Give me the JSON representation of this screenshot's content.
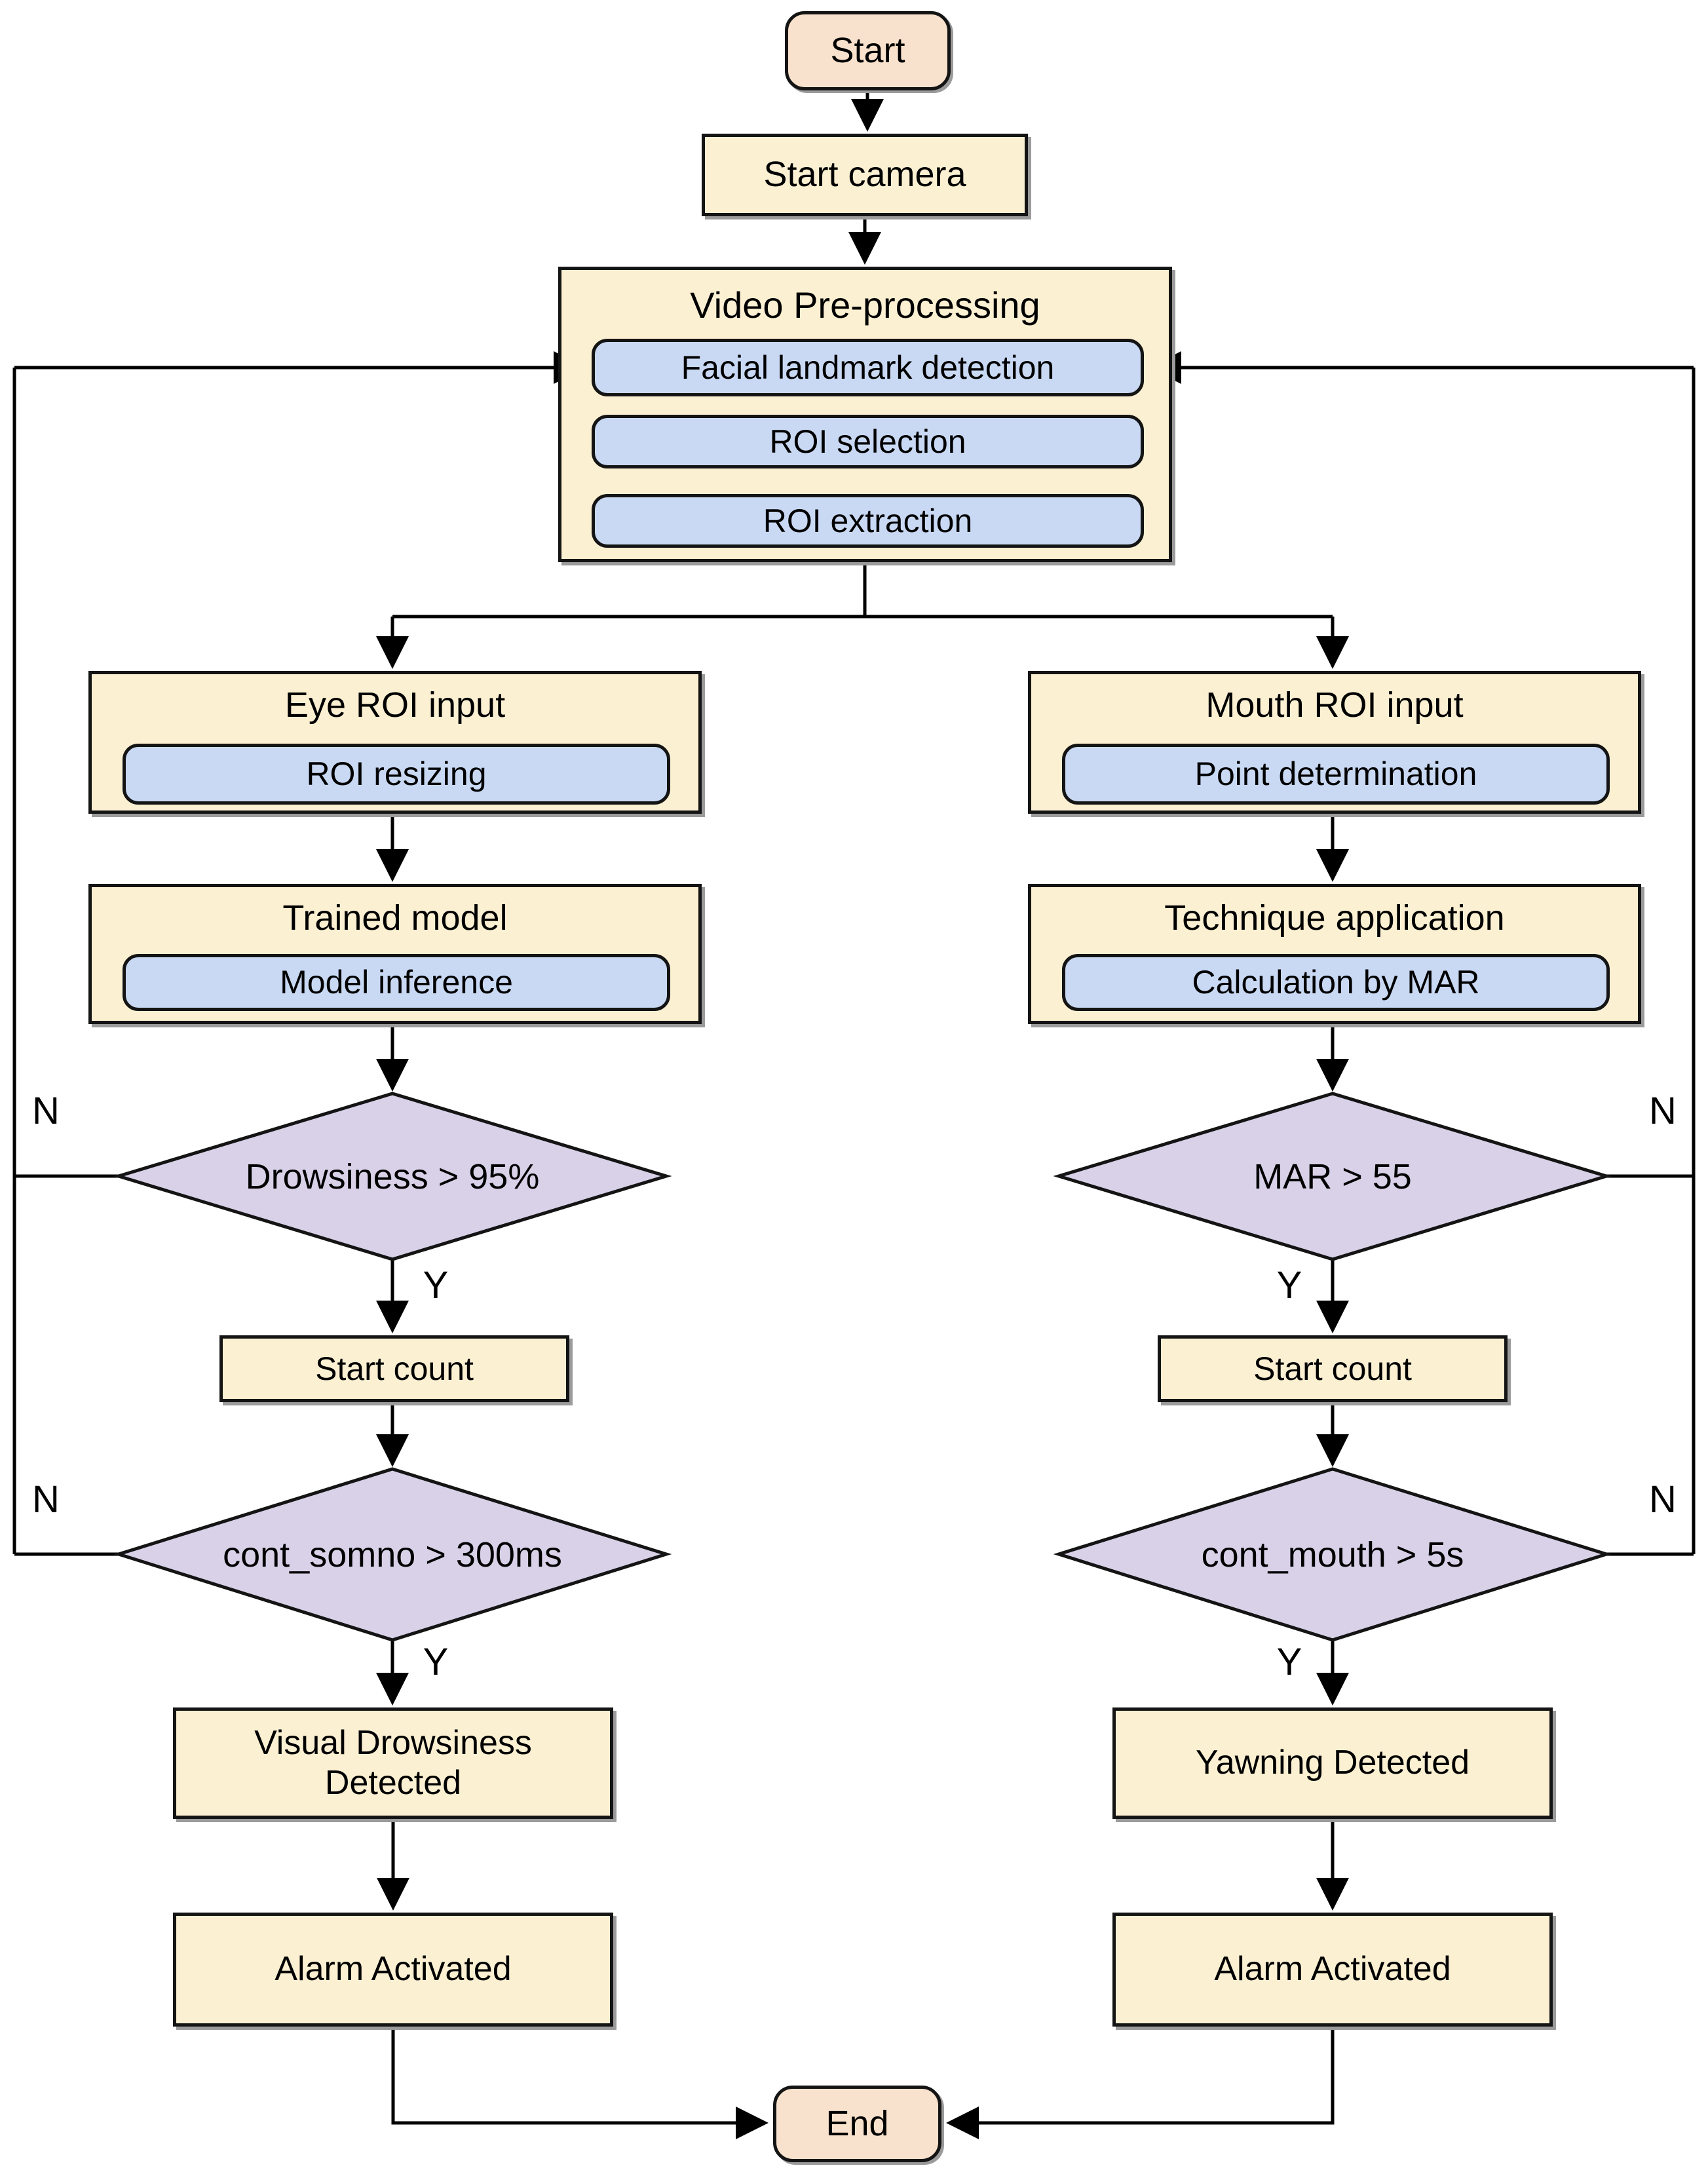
{
  "diagram": {
    "nodes": {
      "start": "Start",
      "start_camera": "Start camera",
      "video_preprocessing": {
        "title": "Video Pre-processing",
        "steps": [
          "Facial landmark detection",
          "ROI selection",
          "ROI extraction"
        ]
      },
      "eye_roi_input": {
        "title": "Eye ROI input",
        "step": "ROI resizing"
      },
      "trained_model": {
        "title": "Trained model",
        "step": "Model inference"
      },
      "mouth_roi_input": {
        "title": "Mouth ROI input",
        "step": "Point determination"
      },
      "technique_application": {
        "title": "Technique application",
        "step": "Calculation by MAR"
      },
      "decision_drowsiness": "Drowsiness > 95%",
      "decision_mar": "MAR > 55",
      "start_count_left": "Start count",
      "start_count_right": "Start count",
      "decision_cont_somno": "cont_somno > 300ms",
      "decision_cont_mouth": "cont_mouth > 5s",
      "visual_drowsiness_detected": "Visual Drowsiness Detected",
      "yawning_detected": "Yawning Detected",
      "alarm_activated_left": "Alarm Activated",
      "alarm_activated_right": "Alarm Activated",
      "end": "End"
    },
    "edge_labels": {
      "yes": "Y",
      "no": "N"
    },
    "colors": {
      "terminal_fill": "#f9e2cd",
      "process_fill": "#fbf0d2",
      "subprocess_fill": "#c9d9f4",
      "decision_fill": "#d8d1e8",
      "line": "#000000",
      "border": "#141414"
    }
  }
}
